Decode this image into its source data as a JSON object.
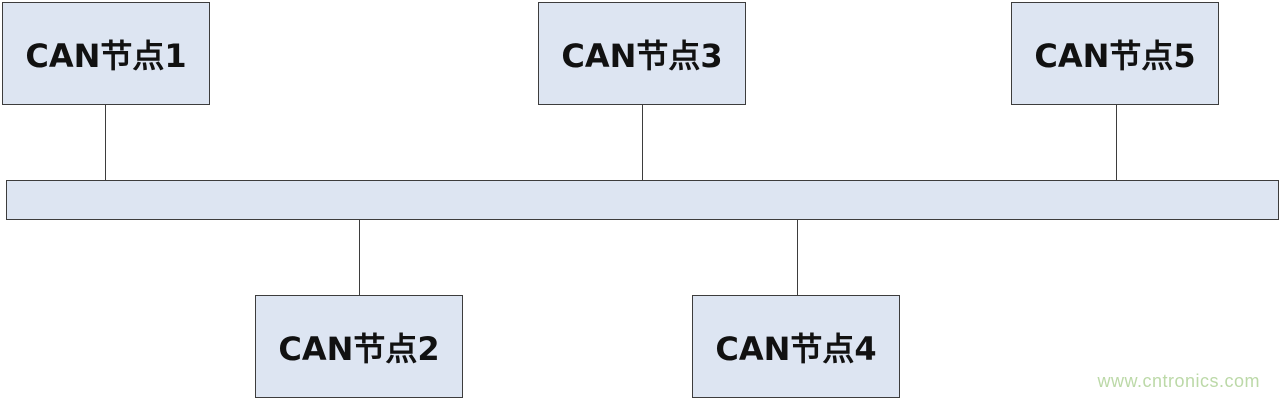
{
  "nodes": {
    "n1": "CAN节点1",
    "n2": "CAN节点2",
    "n3": "CAN节点3",
    "n4": "CAN节点4",
    "n5": "CAN节点5"
  },
  "watermark": "www.cntronics.com",
  "colors": {
    "box_fill": "#dde5f2",
    "border": "#3d3d3d",
    "text": "#111111",
    "watermark": "#bcd9a8"
  }
}
